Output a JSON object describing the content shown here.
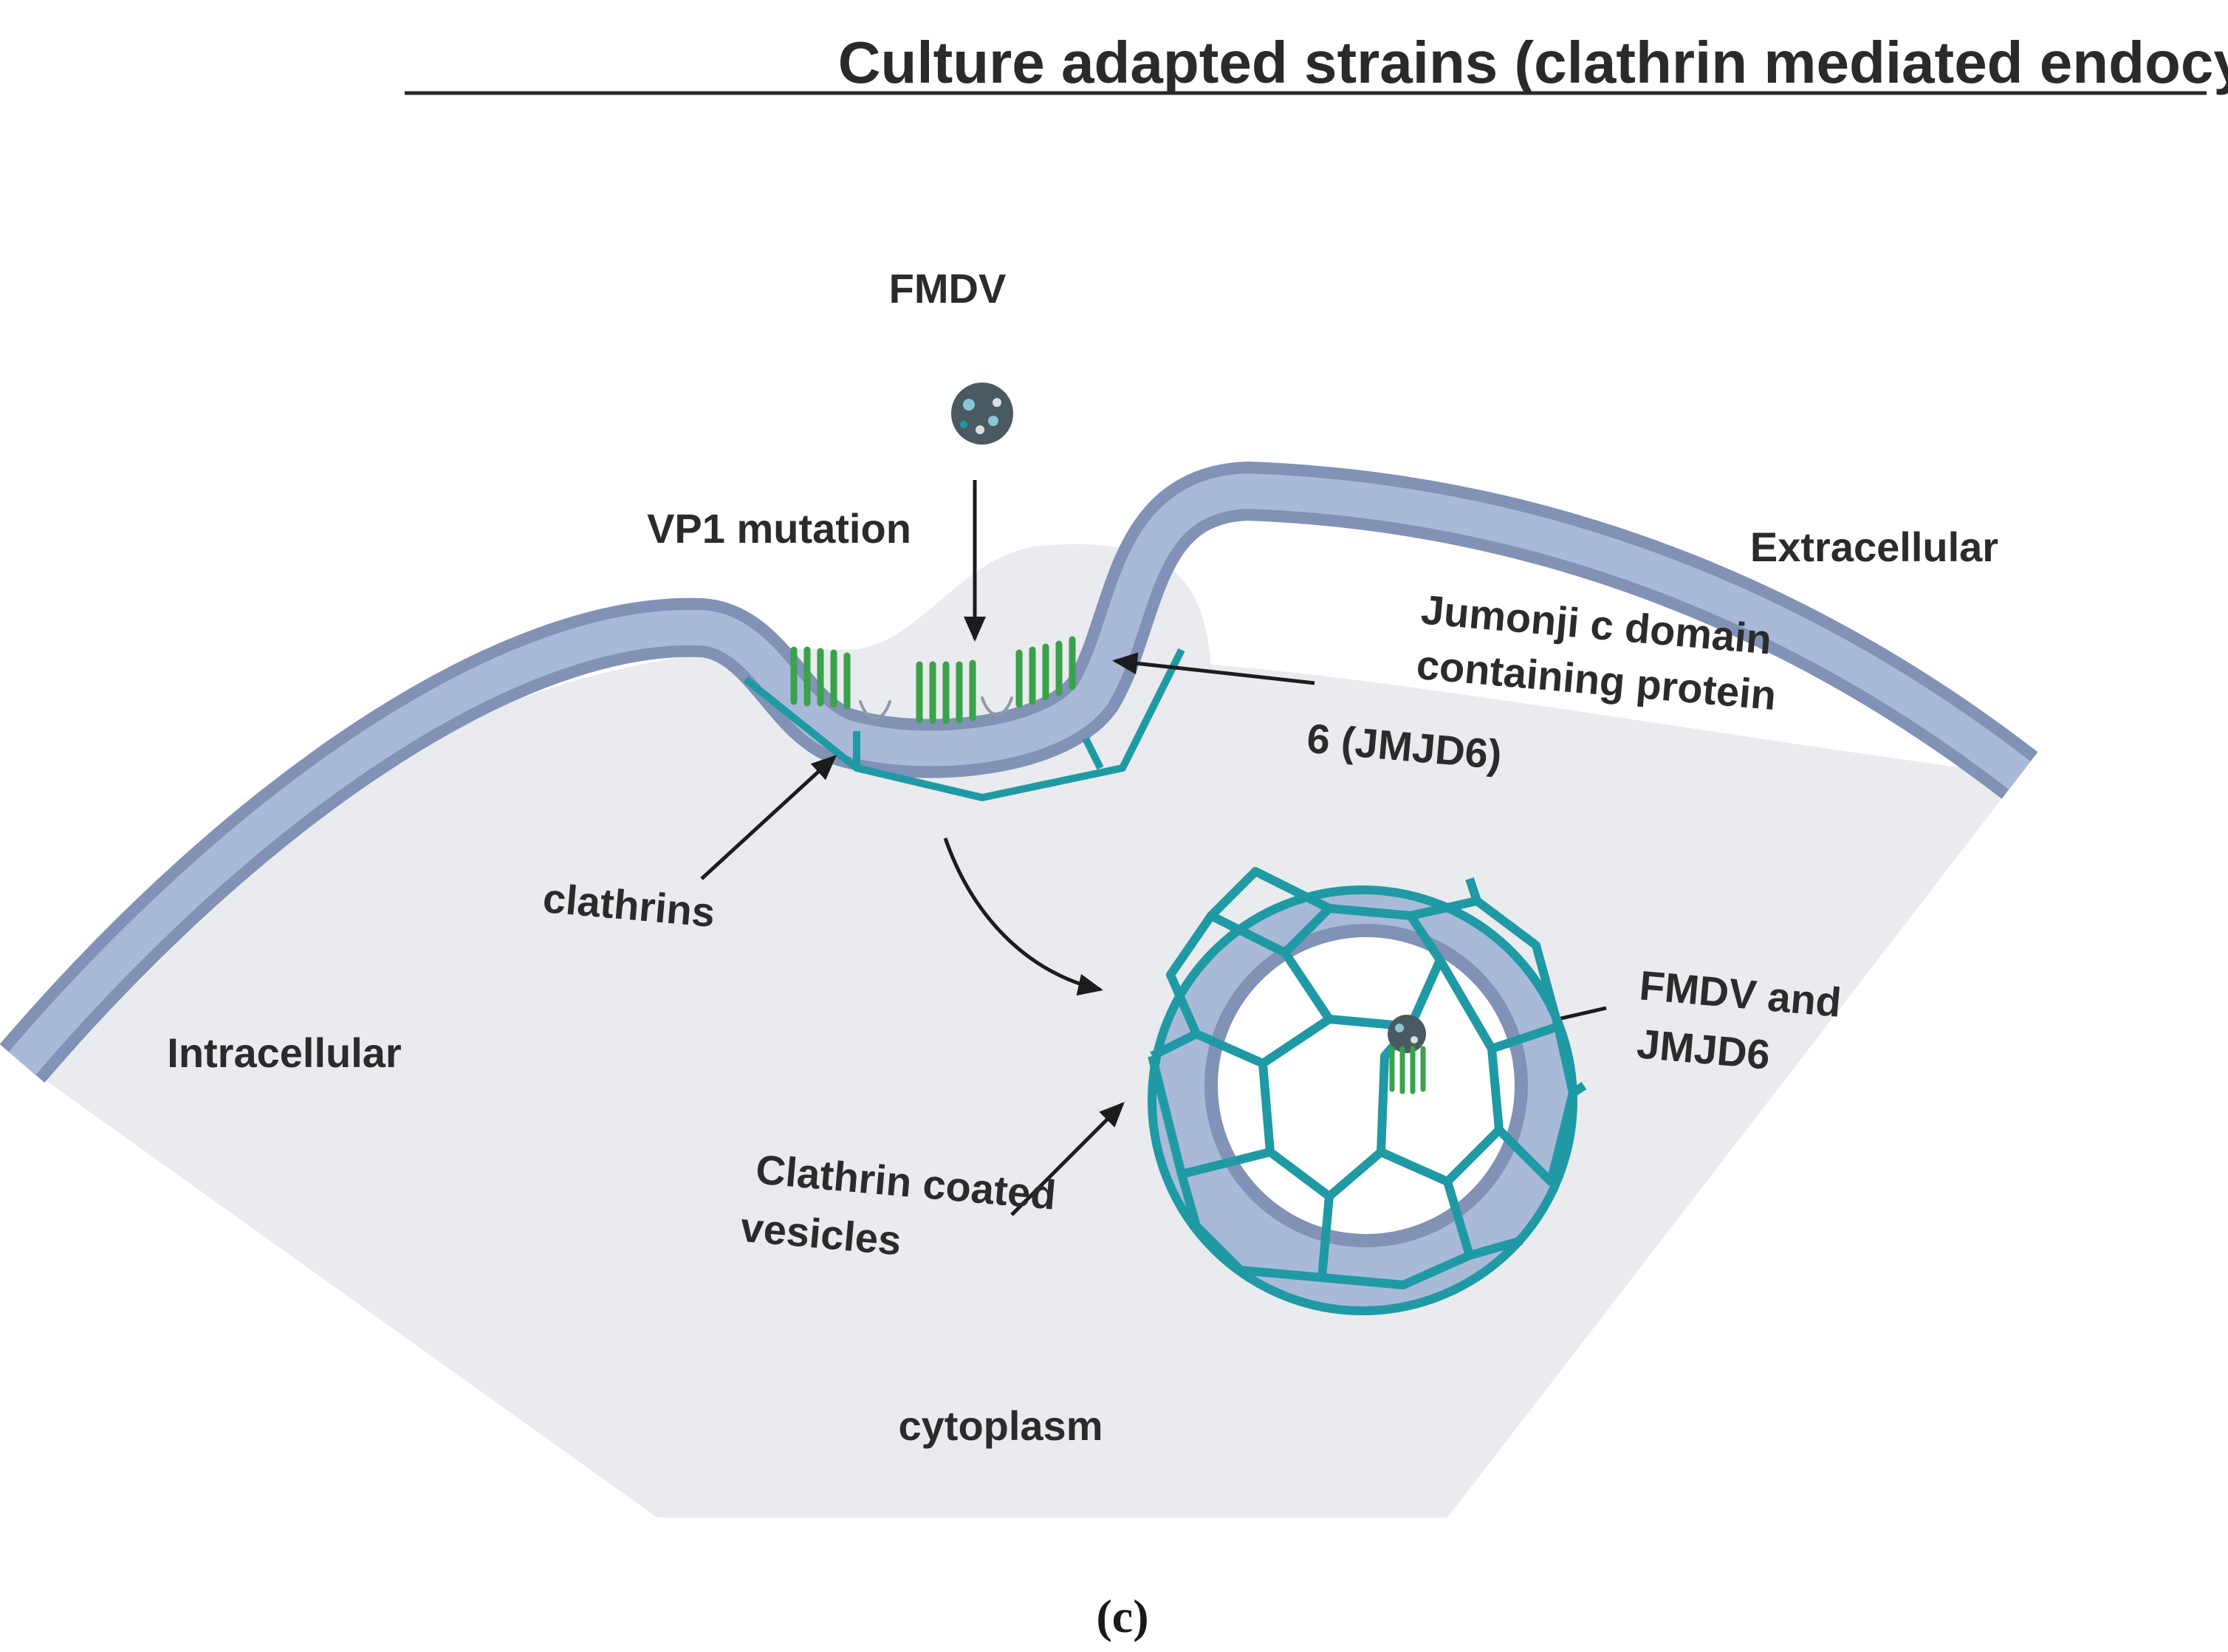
{
  "title": "Culture adapted strains  (clathrin mediated endocytosis)",
  "labels": {
    "fmdv": "FMDV",
    "vp1_mutation": "VP1 mutation",
    "extracellular": "Extracellular",
    "jmjd6_line1": "Jumonji c domain",
    "jmjd6_line2": "containing protein",
    "jmjd6_line3": "6 (JMJD6)",
    "clathrins": "clathrins",
    "intracellular": "Intracellular",
    "fmdv_jmjd6_line1": "FMDV and",
    "fmdv_jmjd6_line2": "JMJD6",
    "coated_line1": "Clathrin coated",
    "coated_line2": "vesicles",
    "cytoplasm": "cytoplasm"
  },
  "panel_label": "(c)",
  "colors": {
    "cytoplasm_fill": "#e9ebee",
    "membrane_fill": "#a9bad9",
    "membrane_edge": "#8192b6",
    "clathrin": "#1f9aa5",
    "receptor": "#39a24a",
    "text": "#2b2b2b"
  },
  "icons": [
    "fmdv-virion-icon",
    "jmjd6-receptor-icon",
    "clathrin-lattice-icon",
    "arrow-icon"
  ]
}
